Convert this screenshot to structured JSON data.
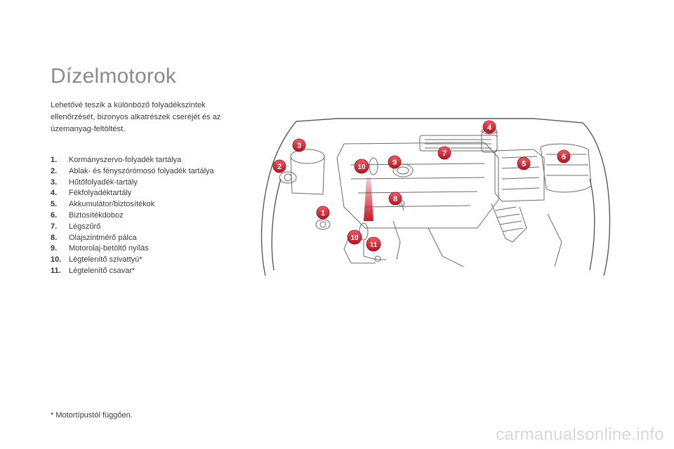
{
  "page": {
    "title": "Dízelmotorok",
    "intro": "Lehetővé teszik a különböző folyadékszintek ellenőrzését, bizonyos alkatrészek cseréjét és az üzemanyag-feltöltést.",
    "footnote": "* Motortípustól függően."
  },
  "parts": [
    {
      "num": "1.",
      "label": "Kormányszervo-folyadék tartálya"
    },
    {
      "num": "2.",
      "label": "Ablak- és fényszórómosó folyadék tartálya"
    },
    {
      "num": "3.",
      "label": "Hűtőfolyadék-tartály"
    },
    {
      "num": "4.",
      "label": "Fékfolyadéktartály"
    },
    {
      "num": "5.",
      "label": "Akkumulátor/biztosítékok"
    },
    {
      "num": "6.",
      "label": "Biztosítékdoboz"
    },
    {
      "num": "7.",
      "label": "Légszűrő"
    },
    {
      "num": "8.",
      "label": "Olajszintmérő pálca"
    },
    {
      "num": "9.",
      "label": "Motorolaj-betöltő nyílás"
    },
    {
      "num": "10.",
      "label": "Légtelenítő szivattyú*"
    },
    {
      "num": "11.",
      "label": "Légtelenítő csavar*"
    }
  ],
  "diagram": {
    "markers": [
      "1",
      "2",
      "3",
      "4",
      "5",
      "6",
      "7",
      "8",
      "9",
      "10",
      "10",
      "11"
    ],
    "marker_color": "#d6283a"
  },
  "watermark": "carmanualsonline.info"
}
